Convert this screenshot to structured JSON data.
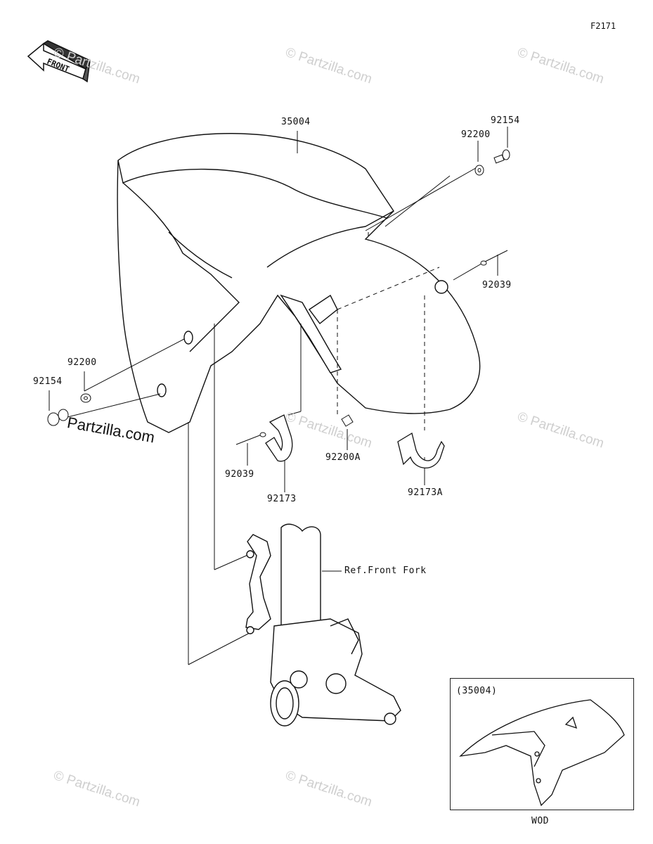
{
  "figure_id": "F2171",
  "front_label": "FRONT",
  "parts": {
    "p35004": "35004",
    "p92200_top": "92200",
    "p92154_top": "92154",
    "p92039_right": "92039",
    "p92200_left": "92200",
    "p92154_left": "92154",
    "p92039_left": "92039",
    "p92173": "92173",
    "p92200A": "92200A",
    "p92173A": "92173A"
  },
  "ref_front_fork": "Ref.Front Fork",
  "inset": {
    "title": "(35004)",
    "caption": "WOD"
  },
  "brand_text": "Partzilla.com",
  "watermark_text": "© Partzilla.com"
}
